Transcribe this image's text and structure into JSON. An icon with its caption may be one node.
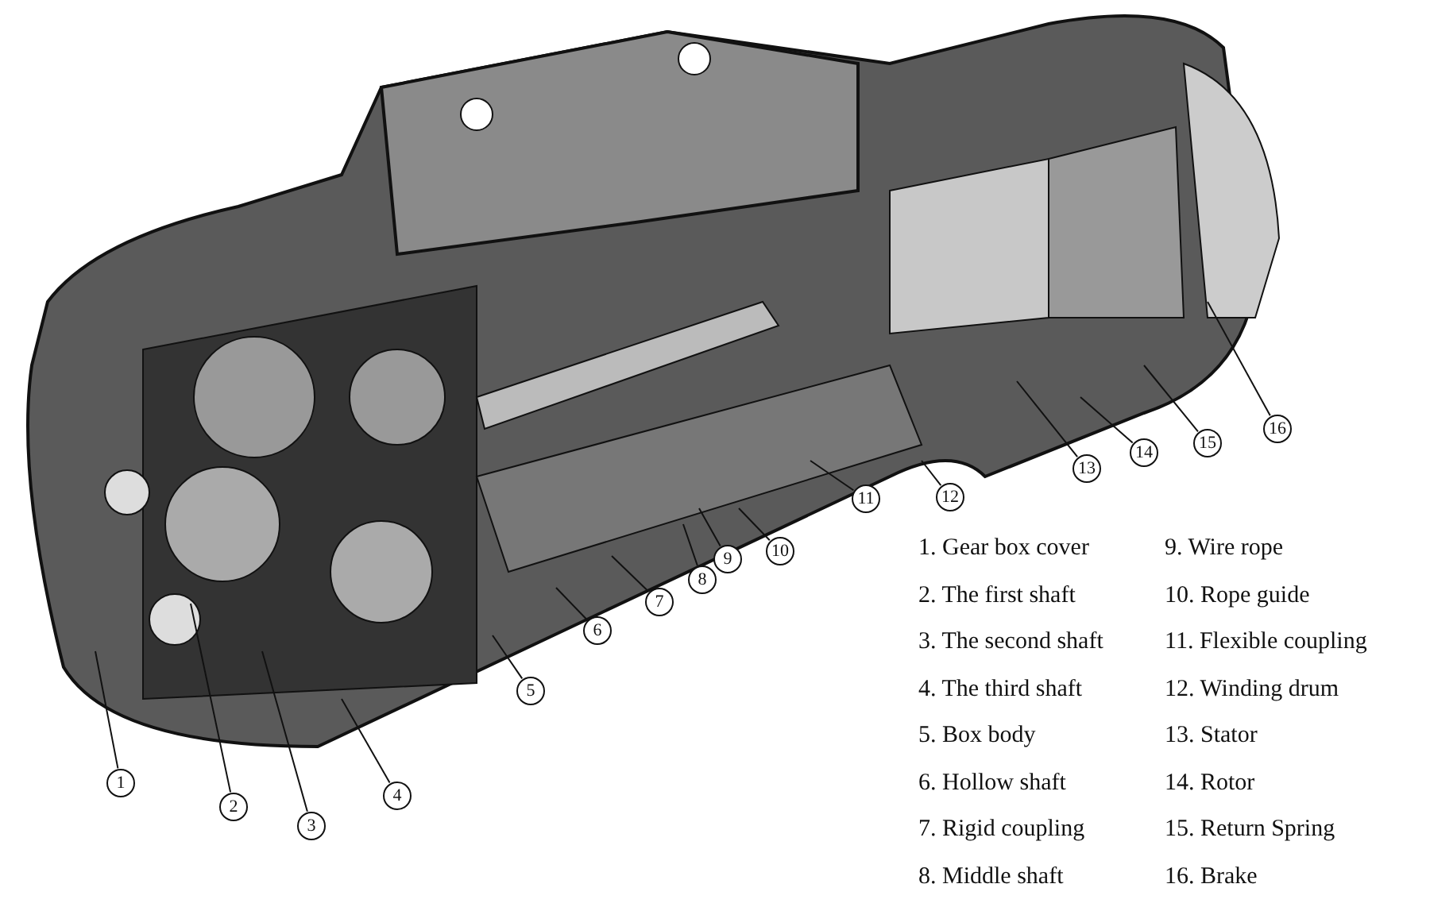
{
  "diagram": {
    "nodes": [
      {
        "text": [
          "1"
        ]
      },
      {
        "text": [
          "2"
        ]
      },
      {
        "text": [
          "3"
        ]
      },
      {
        "text": [
          "4"
        ]
      },
      {
        "text": [
          "5"
        ]
      },
      {
        "text": [
          "6"
        ]
      },
      {
        "text": [
          "7"
        ]
      },
      {
        "text": [
          "8"
        ]
      },
      {
        "text": [
          "9"
        ]
      },
      {
        "text": [
          "10"
        ]
      },
      {
        "text": [
          "11"
        ]
      },
      {
        "text": [
          "12"
        ]
      },
      {
        "text": [
          "13"
        ]
      },
      {
        "text": [
          "14"
        ]
      },
      {
        "text": [
          "15"
        ]
      },
      {
        "text": [
          "16"
        ]
      }
    ],
    "edges": [
      {
        "from": 0,
        "to": null,
        "arrow": "none"
      },
      {
        "from": 1,
        "to": null,
        "arrow": "none"
      },
      {
        "from": 2,
        "to": null,
        "arrow": "none"
      },
      {
        "from": 3,
        "to": null,
        "arrow": "none"
      },
      {
        "from": 4,
        "to": null,
        "arrow": "none"
      },
      {
        "from": 5,
        "to": null,
        "arrow": "none"
      },
      {
        "from": 6,
        "to": null,
        "arrow": "none"
      },
      {
        "from": 7,
        "to": null,
        "arrow": "none"
      },
      {
        "from": 8,
        "to": null,
        "arrow": "none"
      },
      {
        "from": 9,
        "to": null,
        "arrow": "none"
      },
      {
        "from": 10,
        "to": null,
        "arrow": "none"
      },
      {
        "from": 11,
        "to": null,
        "arrow": "none"
      },
      {
        "from": 12,
        "to": null,
        "arrow": "none"
      },
      {
        "from": 13,
        "to": null,
        "arrow": "none"
      },
      {
        "from": 14,
        "to": null,
        "arrow": "none"
      },
      {
        "from": 15,
        "to": null,
        "arrow": "none"
      }
    ],
    "labels": [
      "1. Gear box cover",
      "2. The first shaft",
      "3. The second shaft",
      "4. The third shaft",
      "5. Box body",
      "6. Hollow shaft",
      "7. Rigid coupling",
      "8. Middle shaft",
      "9. Wire rope",
      "10. Rope guide",
      "11. Flexible coupling",
      "12. Winding drum",
      "13. Stator",
      "14. Rotor",
      "15. Return Spring",
      "16. Brake"
    ]
  }
}
